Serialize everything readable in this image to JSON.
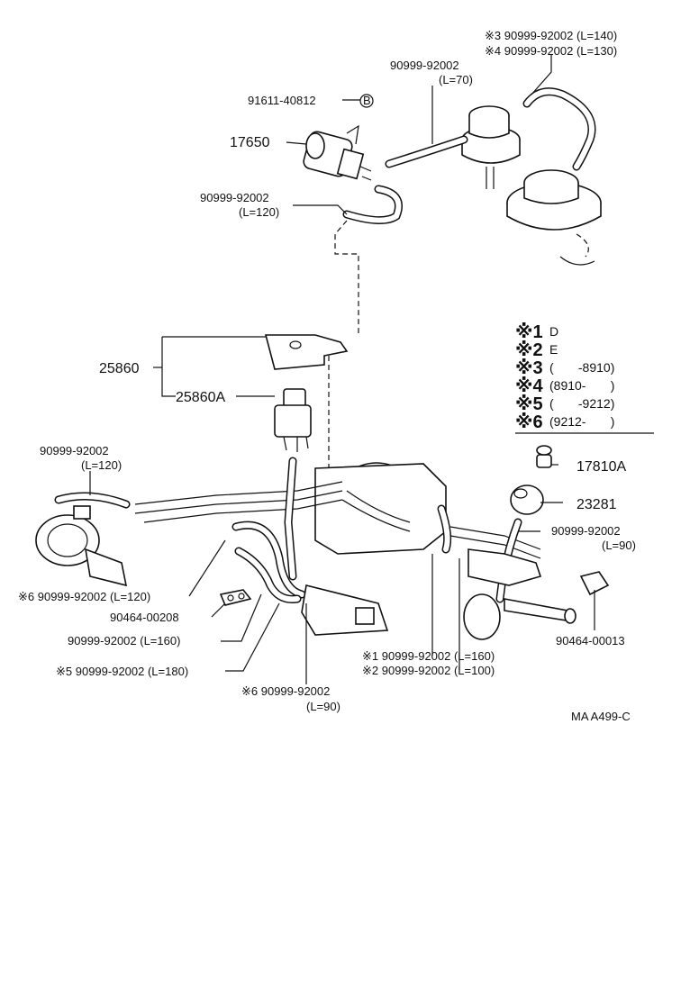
{
  "diagram": {
    "callouts": [
      {
        "id": "c1",
        "text": "※3 90999-92002 (L=140)"
      },
      {
        "id": "c2",
        "text": "※4 90999-92002 (L=130)"
      },
      {
        "id": "c3",
        "text": "90999-92002"
      },
      {
        "id": "c4",
        "text": "(L=70)"
      },
      {
        "id": "c5",
        "text": "91611-40812"
      },
      {
        "id": "c6",
        "text": "B"
      },
      {
        "id": "c7",
        "text": "17650"
      },
      {
        "id": "c8",
        "text": "90999-92002"
      },
      {
        "id": "c9",
        "text": "(L=120)"
      },
      {
        "id": "c10",
        "text": "25860"
      },
      {
        "id": "c11",
        "text": "25860A"
      },
      {
        "id": "c12",
        "text": "90999-92002"
      },
      {
        "id": "c13",
        "text": "(L=120)"
      },
      {
        "id": "c14",
        "text": "17810A"
      },
      {
        "id": "c15",
        "text": "23281"
      },
      {
        "id": "c16",
        "text": "90999-92002"
      },
      {
        "id": "c17",
        "text": "(L=90)"
      },
      {
        "id": "c18",
        "text": "※6 90999-92002 (L=120)"
      },
      {
        "id": "c19",
        "text": "90464-00208"
      },
      {
        "id": "c20",
        "text": "90999-92002 (L=160)"
      },
      {
        "id": "c21",
        "text": "※5 90999-92002 (L=180)"
      },
      {
        "id": "c22",
        "text": "※6 90999-92002"
      },
      {
        "id": "c23",
        "text": "(L=90)"
      },
      {
        "id": "c24",
        "text": "※1  90999-92002 (L=160)"
      },
      {
        "id": "c25",
        "text": "※2  90999-92002 (L=100)"
      },
      {
        "id": "c26",
        "text": "90464-00013"
      }
    ],
    "legend": [
      {
        "mark": "※1",
        "text": "D"
      },
      {
        "mark": "※2",
        "text": "E"
      },
      {
        "mark": "※3",
        "text": "(       -8910)"
      },
      {
        "mark": "※4",
        "text": "(8910-       )"
      },
      {
        "mark": "※5",
        "text": "(       -9212)"
      },
      {
        "mark": "※6",
        "text": "(9212-       )"
      }
    ],
    "figure_code": "MA A499-C"
  }
}
